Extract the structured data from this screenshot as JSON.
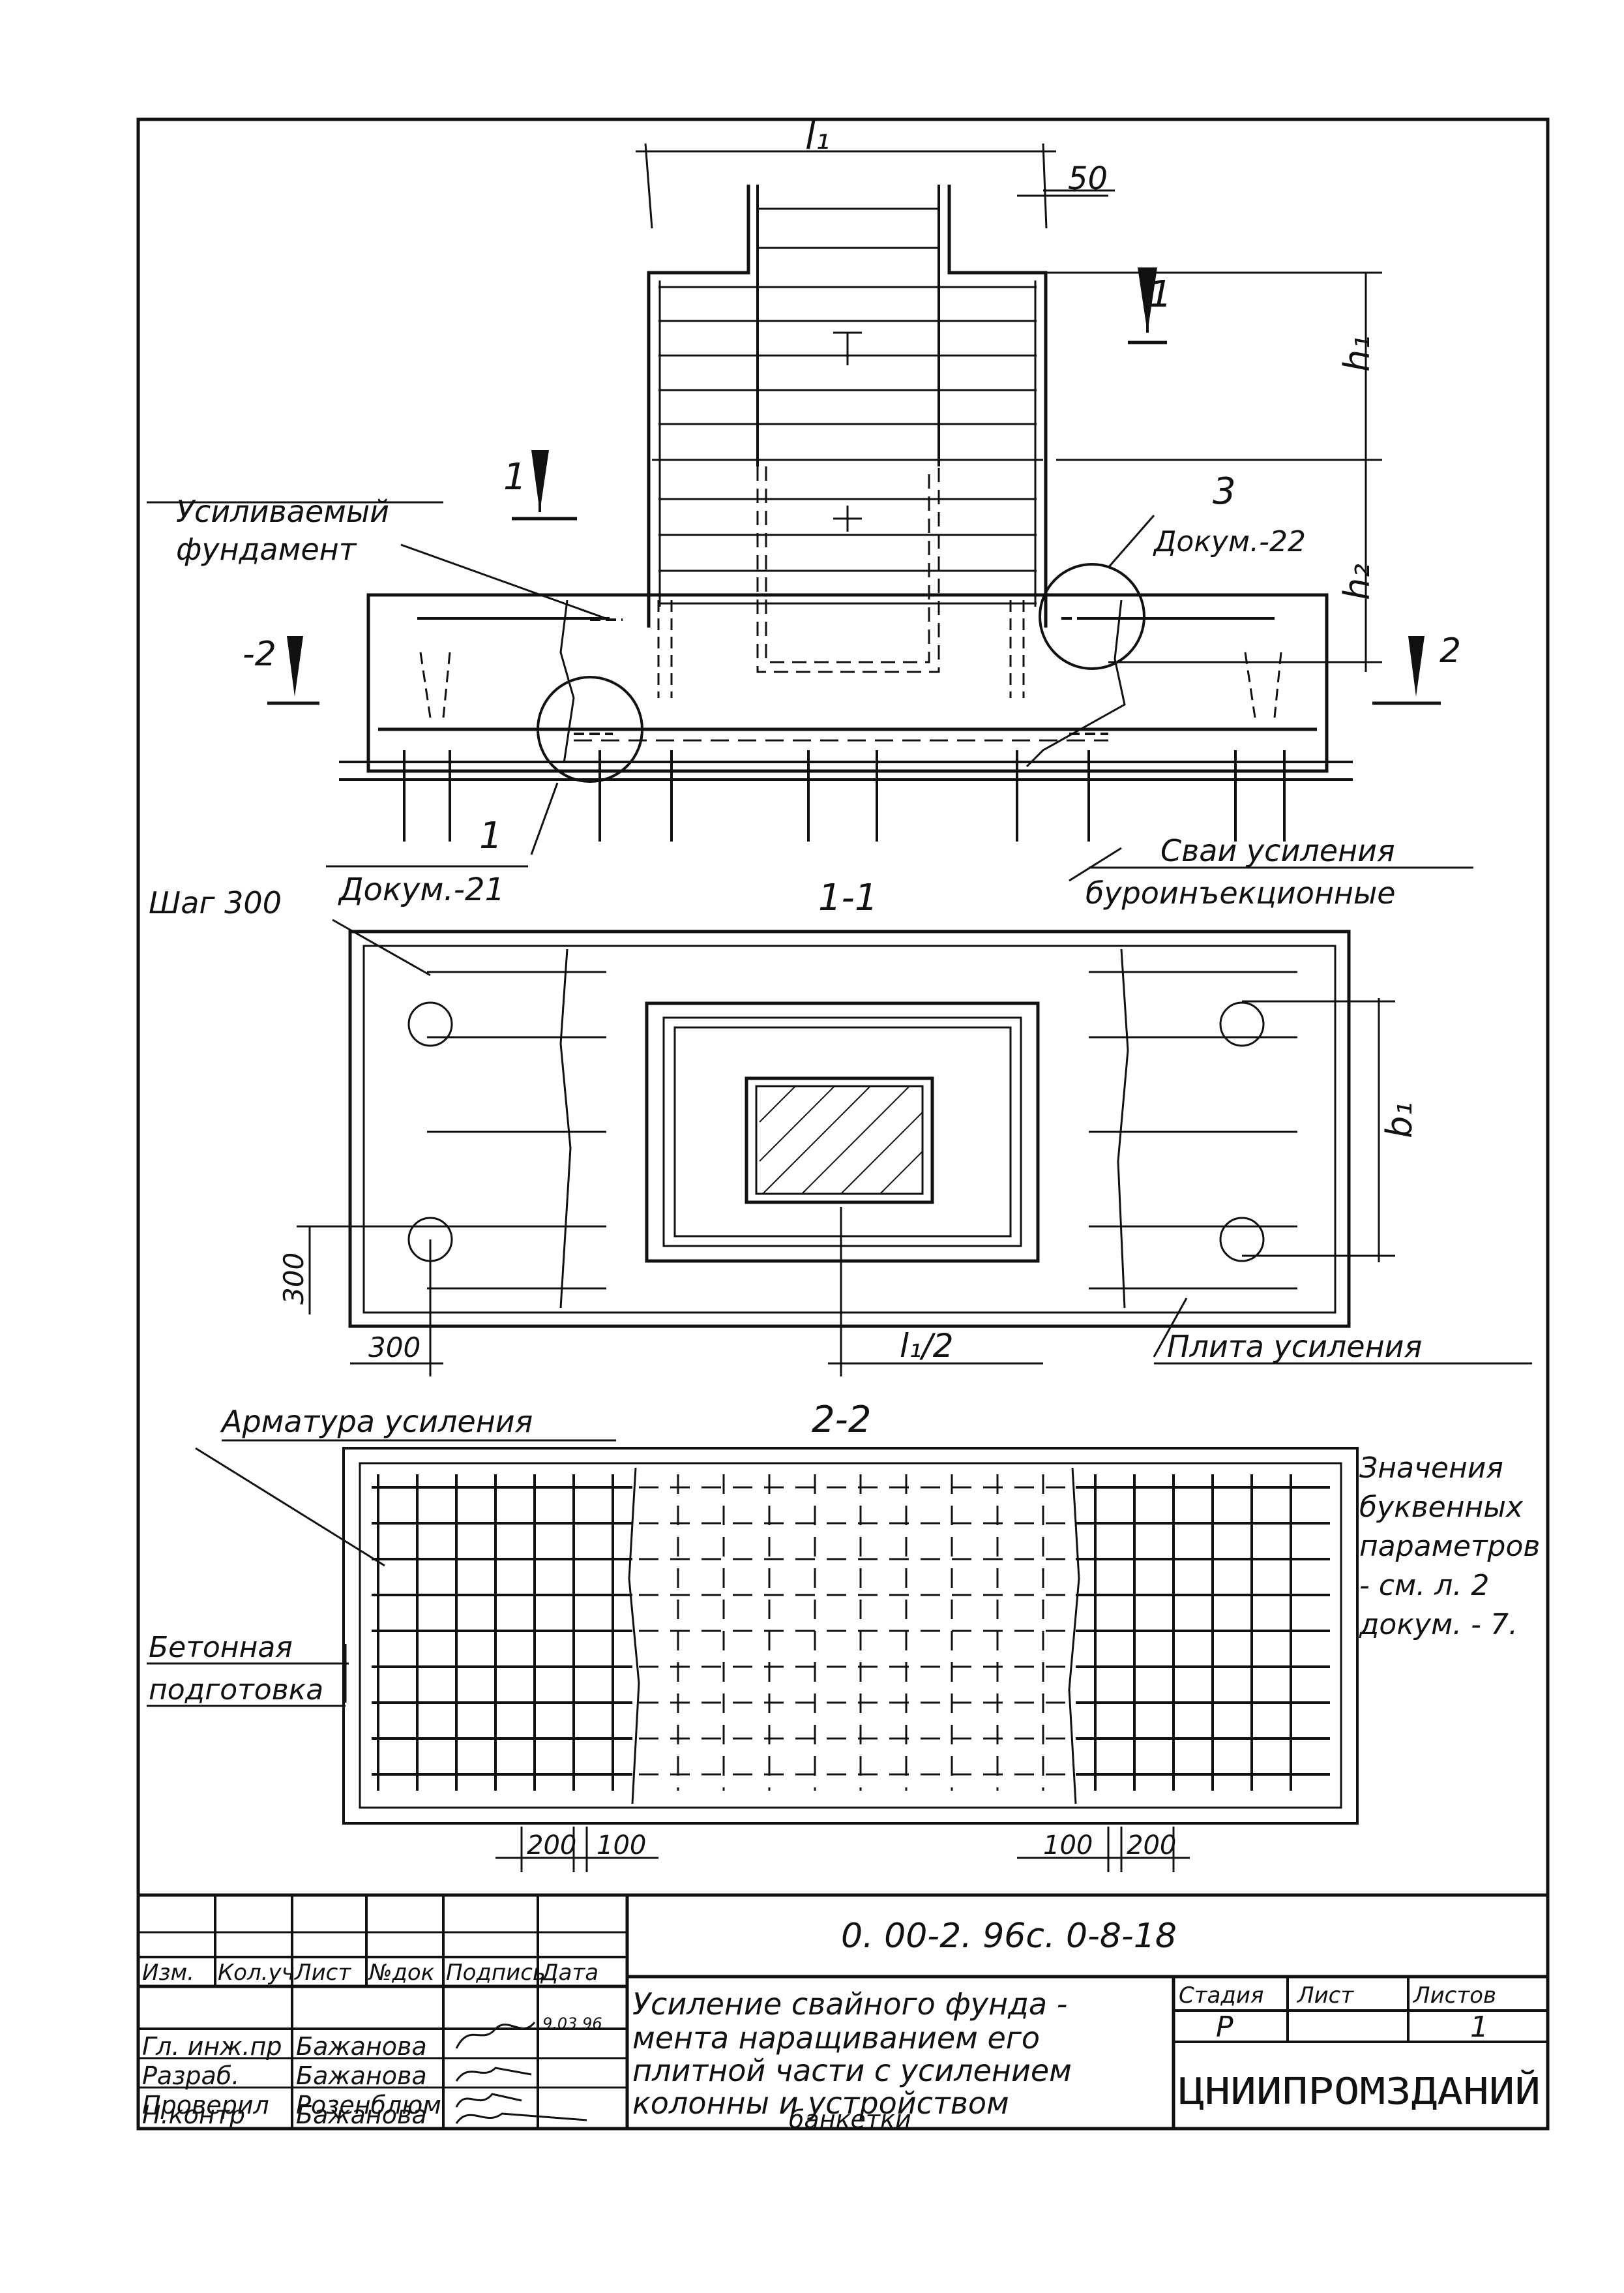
{
  "title_block": {
    "doc_code": "0. 00-2. 96с. 0-8-18",
    "title_lines": [
      "Усиление свайного фунда -",
      "мента наращиванием его",
      "плитной части с усилением",
      "колонны и устройством",
      "банкетки"
    ],
    "columns": [
      "Изм.",
      "Кол.уч",
      "Лист",
      "№док",
      "Подпись",
      "Дата"
    ],
    "stage_header": "Стадия",
    "sheet_header": "Лист",
    "sheets_header": "Листов",
    "stage": "Р",
    "sheet": "",
    "sheets": "1",
    "organization": "ЦНИИПРОМЗДАНИЙ",
    "signatures": [
      {
        "role": "Гл. инж.пр",
        "name": "Бажанова",
        "sign": "",
        "date": "9.03 96"
      },
      {
        "role": "Разраб.",
        "name": "Бажанова",
        "sign": "",
        "date": ""
      },
      {
        "role": "Проверил",
        "name": "Розенблюм",
        "sign": "",
        "date": ""
      },
      {
        "role": "Н.контр",
        "name": "Бажанова",
        "sign": "",
        "date": ""
      }
    ]
  },
  "labels": {
    "l1": "l₁",
    "dim50": "50",
    "h1": "h₁",
    "h2": "h₂",
    "sec1": "1",
    "sec2": "2",
    "sec_minus2": "-2",
    "callout3": "3",
    "doc22": "Докум.-22",
    "callout1": "1",
    "doc21": "Докум.-21",
    "reinforced_found_1": "Усиливаемый",
    "reinforced_found_2": "фундамент",
    "piles_1": "Сваи усиления",
    "piles_2": "буроинъекционные",
    "step": "Шаг 300",
    "section_1_1": "1-1",
    "b1": "b₁",
    "dim300_v": "300",
    "dim300_h": "300",
    "l1_half": "l₁/2",
    "plate": "Плита усиления",
    "rebar": "Арматура усиления",
    "section_2_2": "2-2",
    "params_1": "Значения",
    "params_2": "буквенных",
    "params_3": "параметров",
    "params_4": "- см. л. 2",
    "params_5": "докум. - 7.",
    "bed_1": "Бетонная",
    "bed_2": "подготовка",
    "dim200_l": "200",
    "dim100_l": "100",
    "dim100_r": "100",
    "dim200_r": "200"
  }
}
